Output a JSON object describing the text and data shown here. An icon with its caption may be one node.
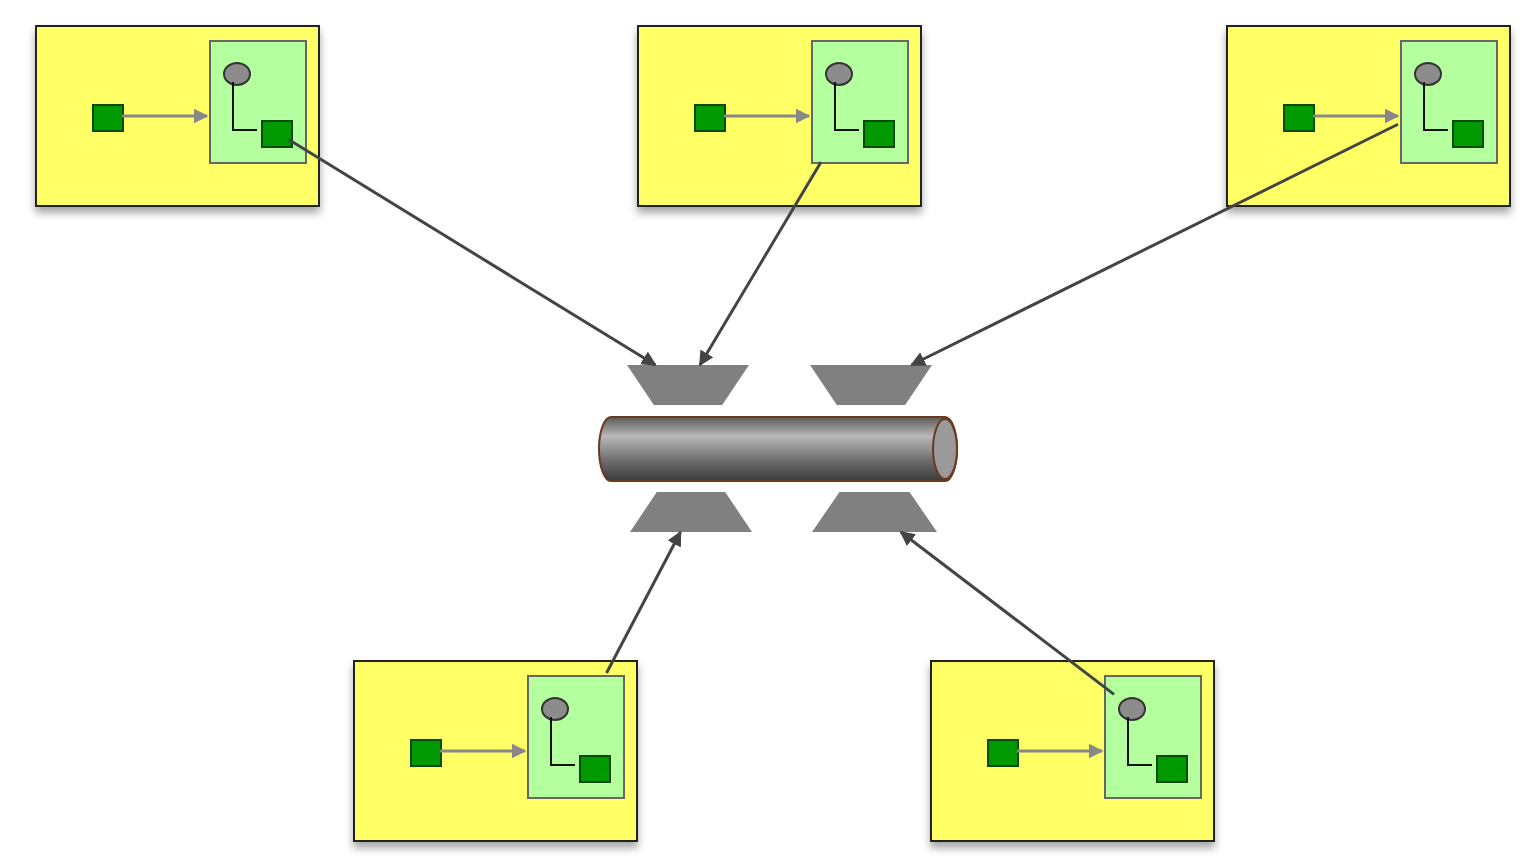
{
  "diagram": {
    "nodes": [
      {
        "text": [],
        "shape": "box"
      },
      {
        "text": [],
        "shape": "box",
        "in": 0
      },
      {
        "text": [],
        "shape": "box",
        "in": 0
      },
      {
        "text": [],
        "shape": "circle",
        "in": 2
      },
      {
        "text": [],
        "shape": "box",
        "in": 2
      },
      {
        "text": [],
        "shape": "box"
      },
      {
        "text": [],
        "shape": "box",
        "in": 5
      },
      {
        "text": [],
        "shape": "box",
        "in": 5
      },
      {
        "text": [],
        "shape": "circle",
        "in": 7
      },
      {
        "text": [],
        "shape": "box",
        "in": 7
      },
      {
        "text": [],
        "shape": "box"
      },
      {
        "text": [],
        "shape": "box",
        "in": 10
      },
      {
        "text": [],
        "shape": "box",
        "in": 10
      },
      {
        "text": [],
        "shape": "circle",
        "in": 12
      },
      {
        "text": [],
        "shape": "box",
        "in": 12
      },
      {
        "text": [],
        "shape": "trapezoid"
      },
      {
        "text": [],
        "shape": "trapezoid"
      },
      {
        "text": [],
        "shape": "cylinder"
      },
      {
        "text": [],
        "shape": "trapezoid"
      },
      {
        "text": [],
        "shape": "trapezoid"
      },
      {
        "text": [],
        "shape": "box"
      },
      {
        "text": [],
        "shape": "box",
        "in": 20
      },
      {
        "text": [],
        "shape": "box",
        "in": 20
      },
      {
        "text": [],
        "shape": "circle",
        "in": 22
      },
      {
        "text": [],
        "shape": "box",
        "in": 22
      },
      {
        "text": [],
        "shape": "box"
      },
      {
        "text": [],
        "shape": "box",
        "in": 25
      },
      {
        "text": [],
        "shape": "box",
        "in": 25
      },
      {
        "text": [],
        "shape": "circle",
        "in": 27
      },
      {
        "text": [],
        "shape": "box",
        "in": 27
      }
    ],
    "edges": [
      {
        "from": 1,
        "to": 2,
        "arrow": "to",
        "color": "#888888"
      },
      {
        "from": 3,
        "to": 4,
        "arrow": "none",
        "color": "#111111"
      },
      {
        "from": 6,
        "to": 7,
        "arrow": "to",
        "color": "#888888"
      },
      {
        "from": 8,
        "to": 9,
        "arrow": "none",
        "color": "#111111"
      },
      {
        "from": 11,
        "to": 12,
        "arrow": "to",
        "color": "#888888"
      },
      {
        "from": 13,
        "to": 14,
        "arrow": "none",
        "color": "#111111"
      },
      {
        "from": 21,
        "to": 22,
        "arrow": "to",
        "color": "#888888"
      },
      {
        "from": 23,
        "to": 24,
        "arrow": "none",
        "color": "#111111"
      },
      {
        "from": 26,
        "to": 27,
        "arrow": "to",
        "color": "#888888"
      },
      {
        "from": 28,
        "to": 29,
        "arrow": "none",
        "color": "#111111"
      },
      {
        "from": 4,
        "to": 15,
        "arrow": "to"
      },
      {
        "from": 7,
        "to": 15,
        "arrow": "to"
      },
      {
        "from": 12,
        "to": 16,
        "arrow": "to"
      },
      {
        "from": 22,
        "to": 18,
        "arrow": "to"
      },
      {
        "from": 28,
        "to": 19,
        "arrow": "to"
      }
    ]
  }
}
